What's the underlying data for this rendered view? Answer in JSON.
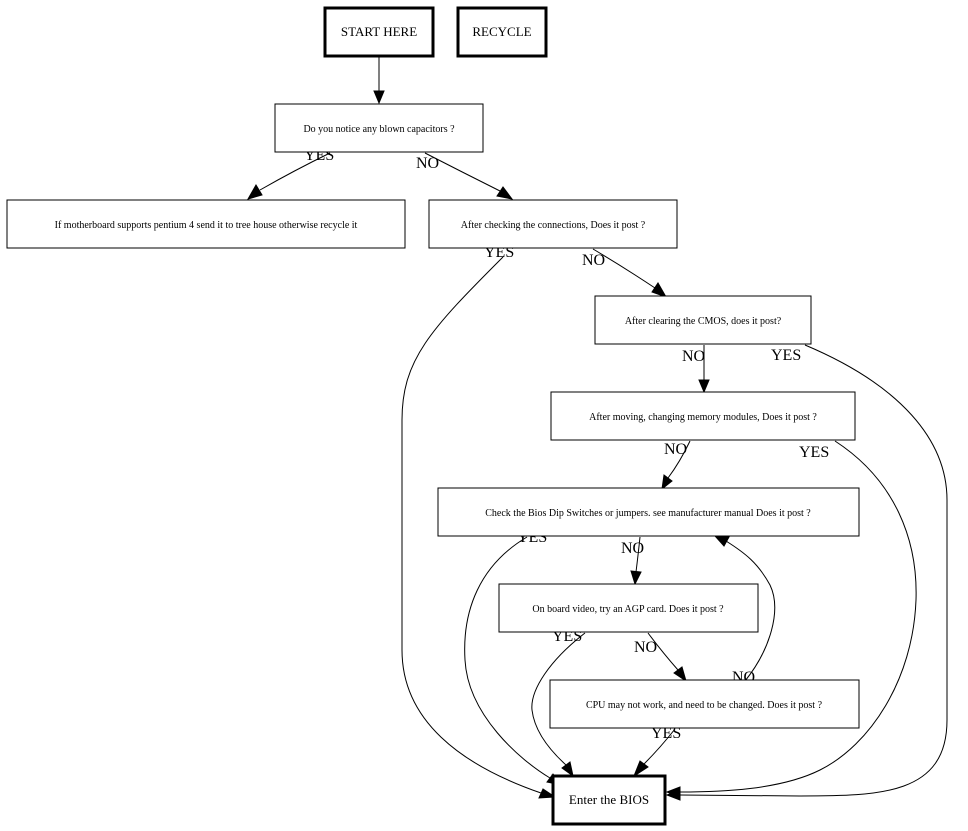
{
  "nodes": {
    "start": "START HERE",
    "recycle": "RECYCLE",
    "capacitors": "Do you notice any blown capacitors ?",
    "motherboard": "If motherboard supports pentium 4 send it to tree house otherwise recycle it",
    "connections": "After checking the connections, Does it post ?",
    "cmos": "After clearing the CMOS, does it post?",
    "memory": "After moving, changing memory modules, Does it post ?",
    "dip": "Check the Bios Dip Switches or jumpers. see manufacturer manual Does it post ?",
    "agp": "On board video, try an AGP card. Does it post ?",
    "cpu": "CPU may not work, and need to be changed. Does it post ?",
    "bios": "Enter the BIOS"
  },
  "labels": {
    "yes": "YES",
    "no": "NO"
  }
}
